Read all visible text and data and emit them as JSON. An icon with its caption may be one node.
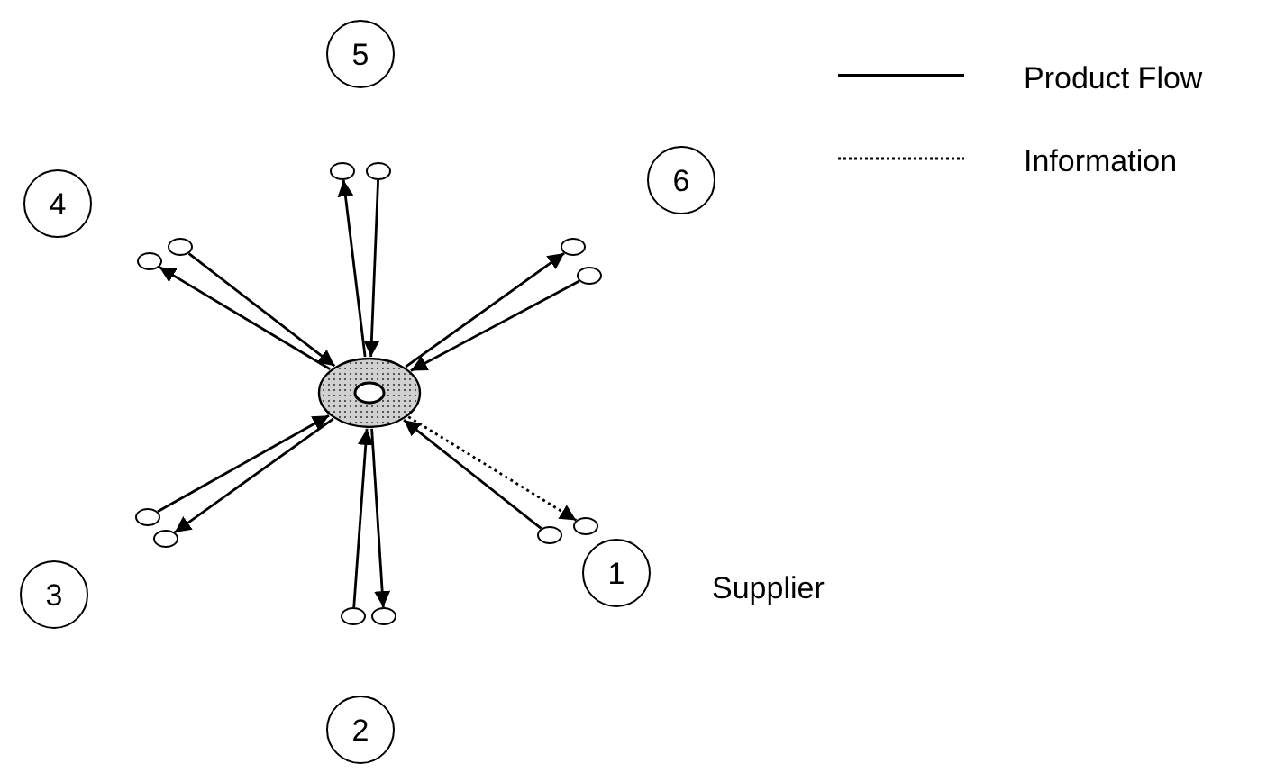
{
  "diagram": {
    "nodes": [
      {
        "text": [
          "5"
        ]
      },
      {
        "text": [
          "4"
        ]
      },
      {
        "text": [
          "6"
        ]
      },
      {
        "text": [],
        "shape": "circle"
      },
      {
        "text": [
          "3"
        ]
      },
      {
        "text": [
          "1"
        ],
        "beside": [
          "Supplier"
        ]
      },
      {
        "text": [
          "2"
        ]
      },
      {
        "text": [],
        "shape": "circle"
      },
      {
        "text": [],
        "shape": "circle"
      },
      {
        "text": [],
        "shape": "circle"
      },
      {
        "text": [],
        "shape": "circle"
      },
      {
        "text": [],
        "shape": "circle"
      },
      {
        "text": [],
        "shape": "circle"
      },
      {
        "text": [],
        "shape": "circle"
      },
      {
        "text": [],
        "shape": "circle"
      },
      {
        "text": [],
        "shape": "circle"
      },
      {
        "text": [],
        "shape": "circle"
      },
      {
        "text": [],
        "shape": "circle"
      },
      {
        "text": [],
        "shape": "circle"
      }
    ],
    "edges": [
      {
        "from": 3,
        "to": 7,
        "arrow": "to"
      },
      {
        "from": 8,
        "to": 3,
        "arrow": "to"
      },
      {
        "from": 3,
        "to": 10,
        "arrow": "to"
      },
      {
        "from": 9,
        "to": 3,
        "arrow": "to"
      },
      {
        "from": 3,
        "to": 11,
        "arrow": "to"
      },
      {
        "from": 12,
        "to": 3,
        "arrow": "to"
      },
      {
        "from": 13,
        "to": 3,
        "arrow": "to"
      },
      {
        "from": 3,
        "to": 14,
        "arrow": "to"
      },
      {
        "from": 16,
        "to": 3,
        "arrow": "to"
      },
      {
        "from": 3,
        "to": 15,
        "arrow": "to",
        "style": "dashed"
      },
      {
        "from": 17,
        "to": 3,
        "arrow": "to"
      },
      {
        "from": 3,
        "to": 18,
        "arrow": "to"
      }
    ],
    "legend": [
      {
        "text": "Product Flow"
      },
      {
        "text": "Information"
      }
    ]
  }
}
